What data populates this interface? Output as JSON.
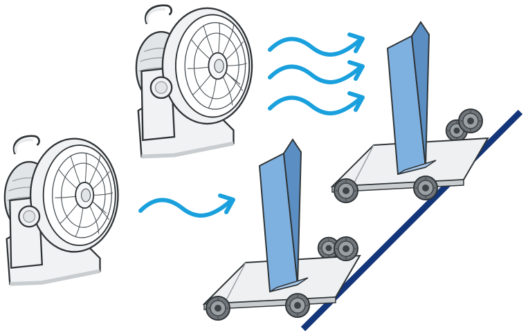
{
  "diagram": {
    "fans": [
      {
        "id": "fan-top",
        "airflow": "strong",
        "wind_lines": 3
      },
      {
        "id": "fan-bottom",
        "airflow": "weak",
        "wind_lines": 1
      }
    ],
    "carts": [
      {
        "id": "cart-top",
        "sail": "blue-sail"
      },
      {
        "id": "cart-bottom",
        "sail": "blue-sail"
      }
    ],
    "track": {
      "kind": "diagonal-rail"
    },
    "colors": {
      "fan_body": "#f1f2f3",
      "fan_outline": "#2f3437",
      "fan_shade": "#c9cdd0",
      "wind": "#1aa0dd",
      "sail": "#7fb1e0",
      "sail_dark": "#5b8fc4",
      "cart_base": "#eef0f1",
      "wheel": "#6f757a",
      "wheel_dark": "#3d4246",
      "track": "#13357a"
    }
  }
}
